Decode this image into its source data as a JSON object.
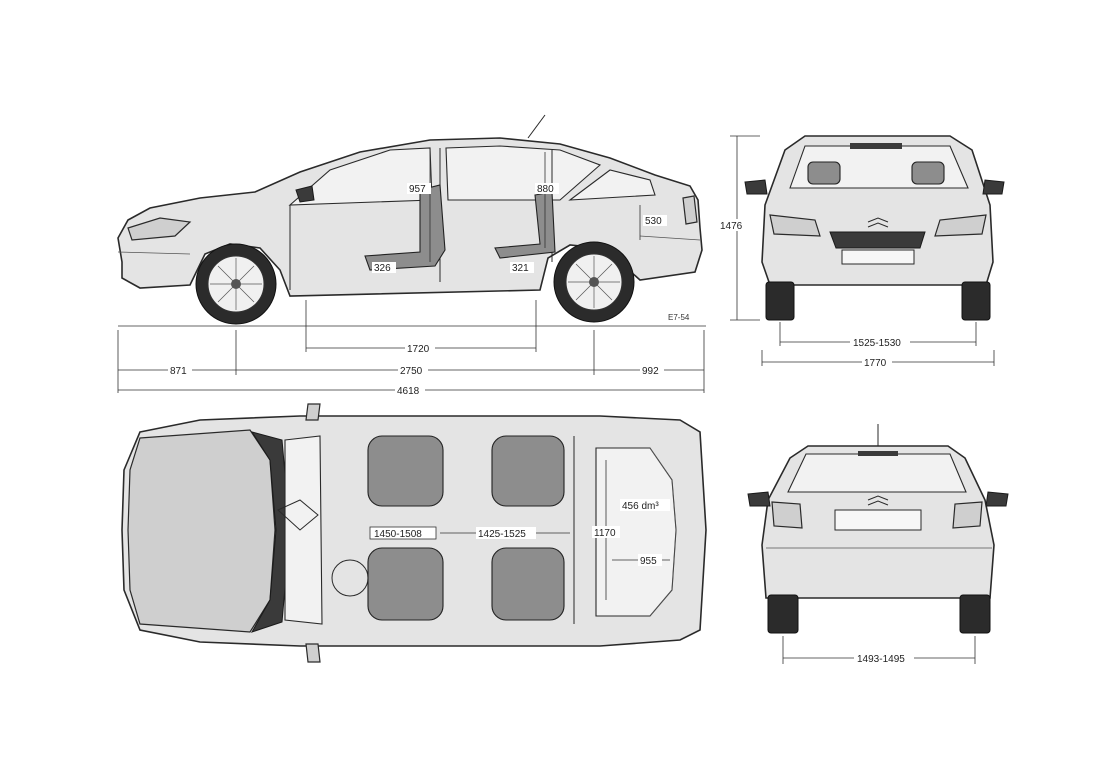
{
  "side_view": {
    "wheelbase": "2750",
    "front_overhang": "871",
    "rear_overhang": "992",
    "overall_length": "4618",
    "cabin_length": "1720",
    "front_headroom": "957",
    "rear_headroom": "880",
    "front_seat_height": "326",
    "rear_seat_height": "321",
    "boot_sill": "530",
    "plate_text": "E7-54"
  },
  "front_view": {
    "height": "1476",
    "front_track": "1525-1530",
    "overall_width": "1770"
  },
  "top_view": {
    "front_elbow_width": "1450-1508",
    "rear_elbow_width": "1425-1525",
    "boot_volume": "456 dm³",
    "boot_length": "1170",
    "boot_width": "955"
  },
  "rear_view": {
    "rear_track": "1493-1495"
  }
}
